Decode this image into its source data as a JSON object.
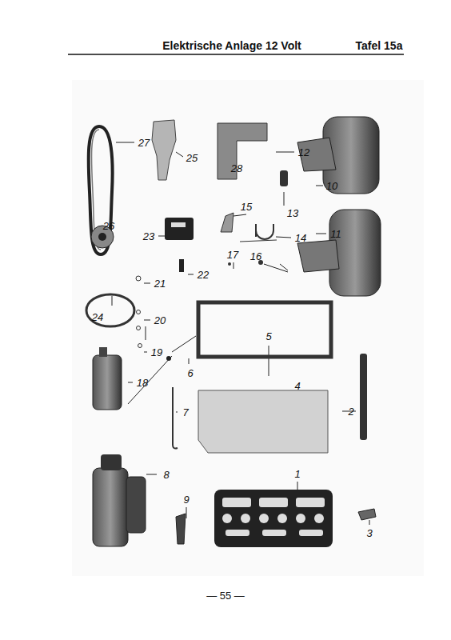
{
  "diagram": {
    "title": "Elektrische Anlage 12 Volt",
    "labels": [
      "Tafel 15a",
      "27",
      "25",
      "28",
      "12",
      "10",
      "13",
      "15",
      "23",
      "26",
      "14",
      "11",
      "17",
      "16",
      "22",
      "21",
      "20",
      "24",
      "5",
      "19",
      "6",
      "18",
      "4",
      "2",
      "7",
      "8",
      "1",
      "9",
      "3",
      "— 55 —"
    ]
  }
}
